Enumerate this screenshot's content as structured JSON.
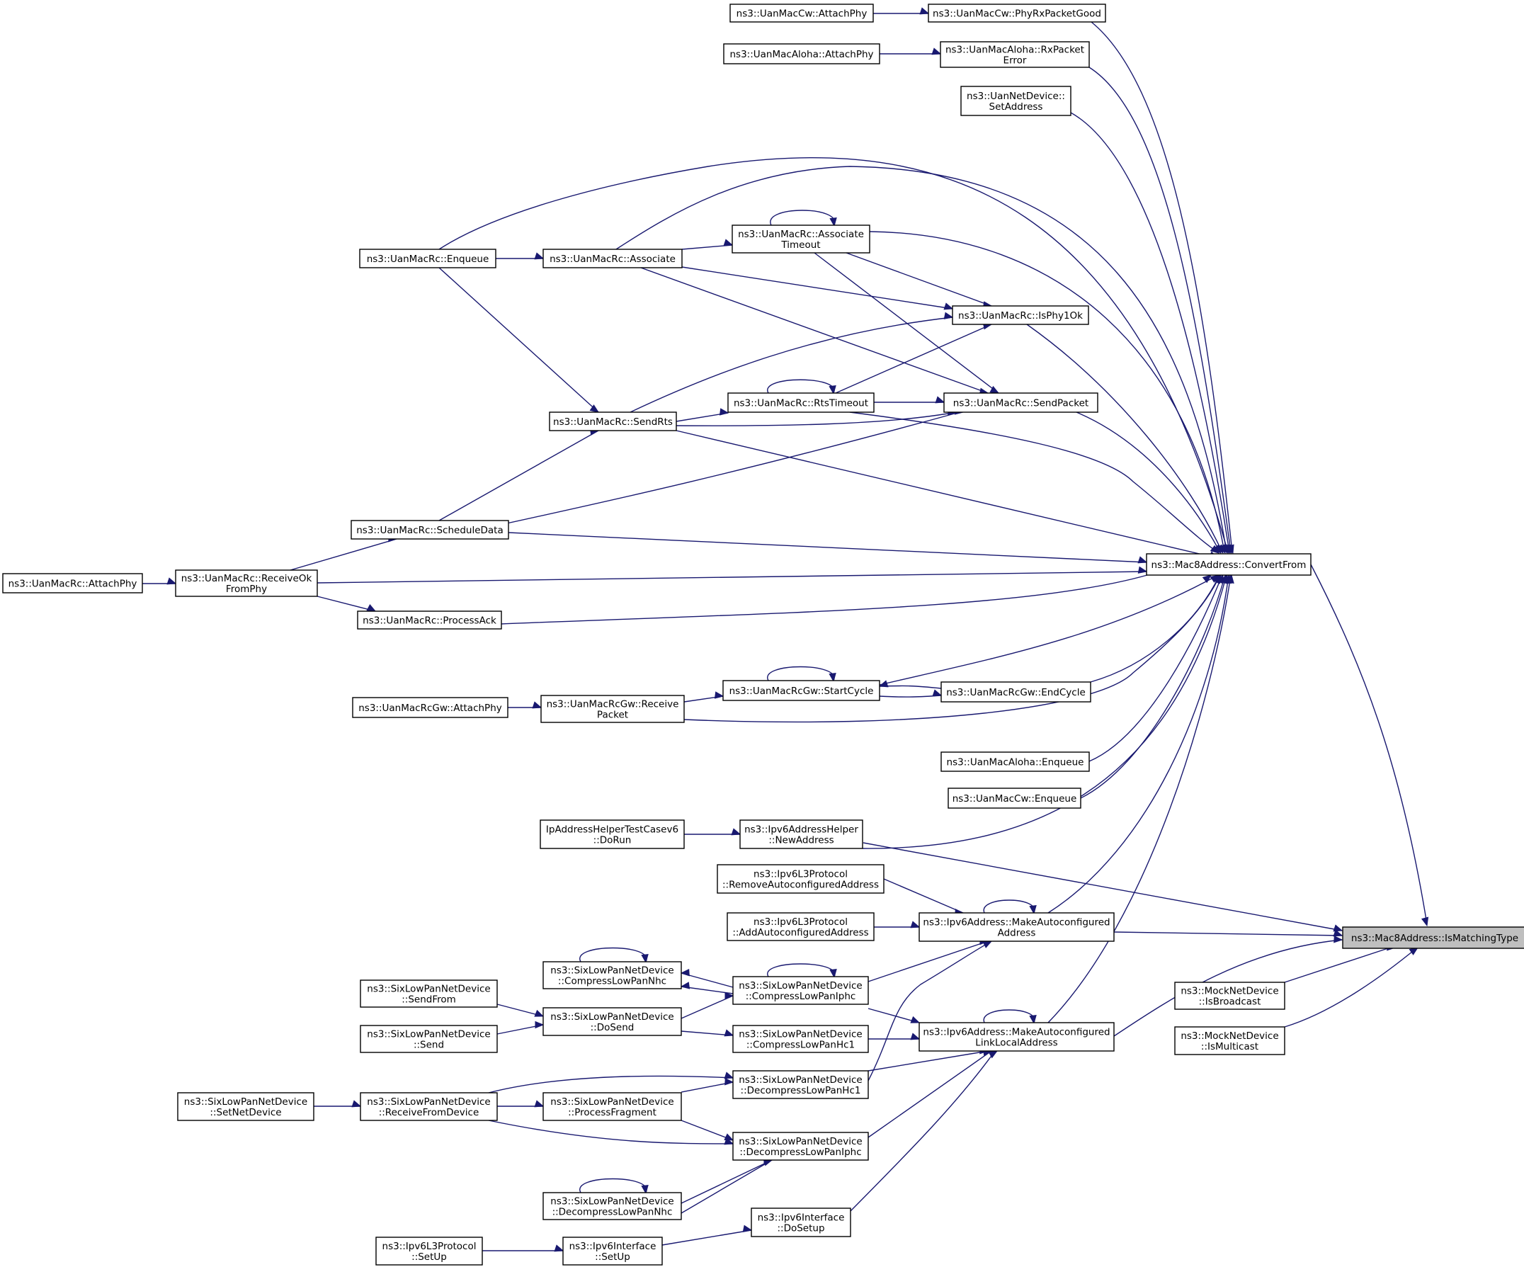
{
  "graph": {
    "colors": {
      "edge": "#191970",
      "node_fill": "#ffffff",
      "focus_fill": "#bfbfbf",
      "node_border": "#000000"
    },
    "nodes": [
      {
        "id": "ismatch",
        "lines": [
          "ns3::Mac8Address::IsMatchingType"
        ],
        "focus": true
      },
      {
        "id": "convfrom",
        "lines": [
          "ns3::Mac8Address::ConvertFrom"
        ]
      },
      {
        "id": "cw_attach",
        "lines": [
          "ns3::UanMacCw::AttachPhy"
        ]
      },
      {
        "id": "cw_phyrx",
        "lines": [
          "ns3::UanMacCw::PhyRxPacketGood"
        ]
      },
      {
        "id": "aloha_attach",
        "lines": [
          "ns3::UanMacAloha::AttachPhy"
        ]
      },
      {
        "id": "aloha_rxerr",
        "lines": [
          "ns3::UanMacAloha::RxPacket",
          "Error"
        ]
      },
      {
        "id": "uannet_setaddr",
        "lines": [
          "ns3::UanNetDevice::",
          "SetAddress"
        ]
      },
      {
        "id": "rc_enqueue",
        "lines": [
          "ns3::UanMacRc::Enqueue"
        ]
      },
      {
        "id": "rc_associate",
        "lines": [
          "ns3::UanMacRc::Associate"
        ]
      },
      {
        "id": "rc_assoc_timeout",
        "lines": [
          "ns3::UanMacRc::Associate",
          "Timeout"
        ]
      },
      {
        "id": "rc_isphy1ok",
        "lines": [
          "ns3::UanMacRc::IsPhy1Ok"
        ]
      },
      {
        "id": "rc_rtstimeout",
        "lines": [
          "ns3::UanMacRc::RtsTimeout"
        ]
      },
      {
        "id": "rc_sendpacket",
        "lines": [
          "ns3::UanMacRc::SendPacket"
        ]
      },
      {
        "id": "rc_sendrts",
        "lines": [
          "ns3::UanMacRc::SendRts"
        ]
      },
      {
        "id": "rc_scheduledata",
        "lines": [
          "ns3::UanMacRc::ScheduleData"
        ]
      },
      {
        "id": "rc_attach",
        "lines": [
          "ns3::UanMacRc::AttachPhy"
        ]
      },
      {
        "id": "rc_receiveok",
        "lines": [
          "ns3::UanMacRc::ReceiveOk",
          "FromPhy"
        ]
      },
      {
        "id": "rc_processack",
        "lines": [
          "ns3::UanMacRc::ProcessAck"
        ]
      },
      {
        "id": "rcgw_startcycle",
        "lines": [
          "ns3::UanMacRcGw::StartCycle"
        ]
      },
      {
        "id": "rcgw_endcycle",
        "lines": [
          "ns3::UanMacRcGw::EndCycle"
        ]
      },
      {
        "id": "rcgw_attach",
        "lines": [
          "ns3::UanMacRcGw::AttachPhy"
        ]
      },
      {
        "id": "rcgw_receive",
        "lines": [
          "ns3::UanMacRcGw::Receive",
          "Packet"
        ]
      },
      {
        "id": "aloha_enqueue",
        "lines": [
          "ns3::UanMacAloha::Enqueue"
        ]
      },
      {
        "id": "cw_enqueue",
        "lines": [
          "ns3::UanMacCw::Enqueue"
        ]
      },
      {
        "id": "iphelper_test",
        "lines": [
          "IpAddressHelperTestCasev6",
          "::DoRun"
        ]
      },
      {
        "id": "ipv6helper_newaddr",
        "lines": [
          "ns3::Ipv6AddressHelper",
          "::NewAddress"
        ]
      },
      {
        "id": "l3_remove",
        "lines": [
          "ns3::Ipv6L3Protocol",
          "::RemoveAutoconfiguredAddress"
        ]
      },
      {
        "id": "l3_add",
        "lines": [
          "ns3::Ipv6L3Protocol",
          "::AddAutoconfiguredAddress"
        ]
      },
      {
        "id": "ipv6_makeauto",
        "lines": [
          "ns3::Ipv6Address::MakeAutoconfigured",
          "Address"
        ]
      },
      {
        "id": "ipv6_makell",
        "lines": [
          "ns3::Ipv6Address::MakeAutoconfigured",
          "LinkLocalAddress"
        ]
      },
      {
        "id": "mock_bcast",
        "lines": [
          "ns3::MockNetDevice",
          "::IsBroadcast"
        ]
      },
      {
        "id": "mock_mcast",
        "lines": [
          "ns3::MockNetDevice",
          "::IsMulticast"
        ]
      },
      {
        "id": "six_cnhc",
        "lines": [
          "ns3::SixLowPanNetDevice",
          "::CompressLowPanNhc"
        ]
      },
      {
        "id": "six_ciphc",
        "lines": [
          "ns3::SixLowPanNetDevice",
          "::CompressLowPanIphc"
        ]
      },
      {
        "id": "six_sendfrom",
        "lines": [
          "ns3::SixLowPanNetDevice",
          "::SendFrom"
        ]
      },
      {
        "id": "six_dosend",
        "lines": [
          "ns3::SixLowPanNetDevice",
          "::DoSend"
        ]
      },
      {
        "id": "six_send",
        "lines": [
          "ns3::SixLowPanNetDevice",
          "::Send"
        ]
      },
      {
        "id": "six_chc1",
        "lines": [
          "ns3::SixLowPanNetDevice",
          "::CompressLowPanHc1"
        ]
      },
      {
        "id": "six_setnet",
        "lines": [
          "ns3::SixLowPanNetDevice",
          "::SetNetDevice"
        ]
      },
      {
        "id": "six_recvfrom",
        "lines": [
          "ns3::SixLowPanNetDevice",
          "::ReceiveFromDevice"
        ]
      },
      {
        "id": "six_dhc1",
        "lines": [
          "ns3::SixLowPanNetDevice",
          "::DecompressLowPanHc1"
        ]
      },
      {
        "id": "six_procfrag",
        "lines": [
          "ns3::SixLowPanNetDevice",
          "::ProcessFragment"
        ]
      },
      {
        "id": "six_diphc",
        "lines": [
          "ns3::SixLowPanNetDevice",
          "::DecompressLowPanIphc"
        ]
      },
      {
        "id": "six_dnhc",
        "lines": [
          "ns3::SixLowPanNetDevice",
          "::DecompressLowPanNhc"
        ]
      },
      {
        "id": "ipv6if_dosetup",
        "lines": [
          "ns3::Ipv6Interface",
          "::DoSetup"
        ]
      },
      {
        "id": "l3_setup",
        "lines": [
          "ns3::Ipv6L3Protocol",
          "::SetUp"
        ]
      },
      {
        "id": "ipv6if_setup",
        "lines": [
          "ns3::Ipv6Interface",
          "::SetUp"
        ]
      }
    ]
  }
}
